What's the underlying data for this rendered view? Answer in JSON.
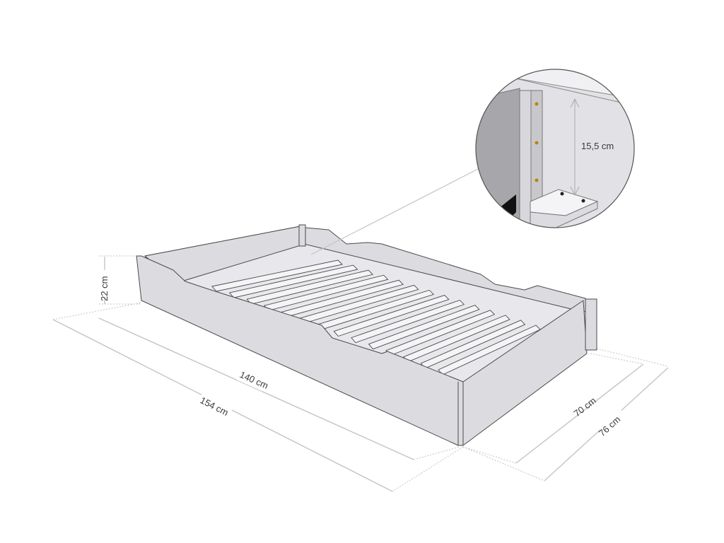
{
  "title": "Bed drawer dimensions",
  "dimensions": {
    "height": "22 cm",
    "inner_length": "140 cm",
    "outer_length": "154 cm",
    "inner_width": "70 cm",
    "outer_width": "76 cm",
    "detail_height": "15,5 cm"
  },
  "colors": {
    "panel": "#dcdce0",
    "dimension_line": "#c4c4c4",
    "screw": "#b8860b"
  }
}
